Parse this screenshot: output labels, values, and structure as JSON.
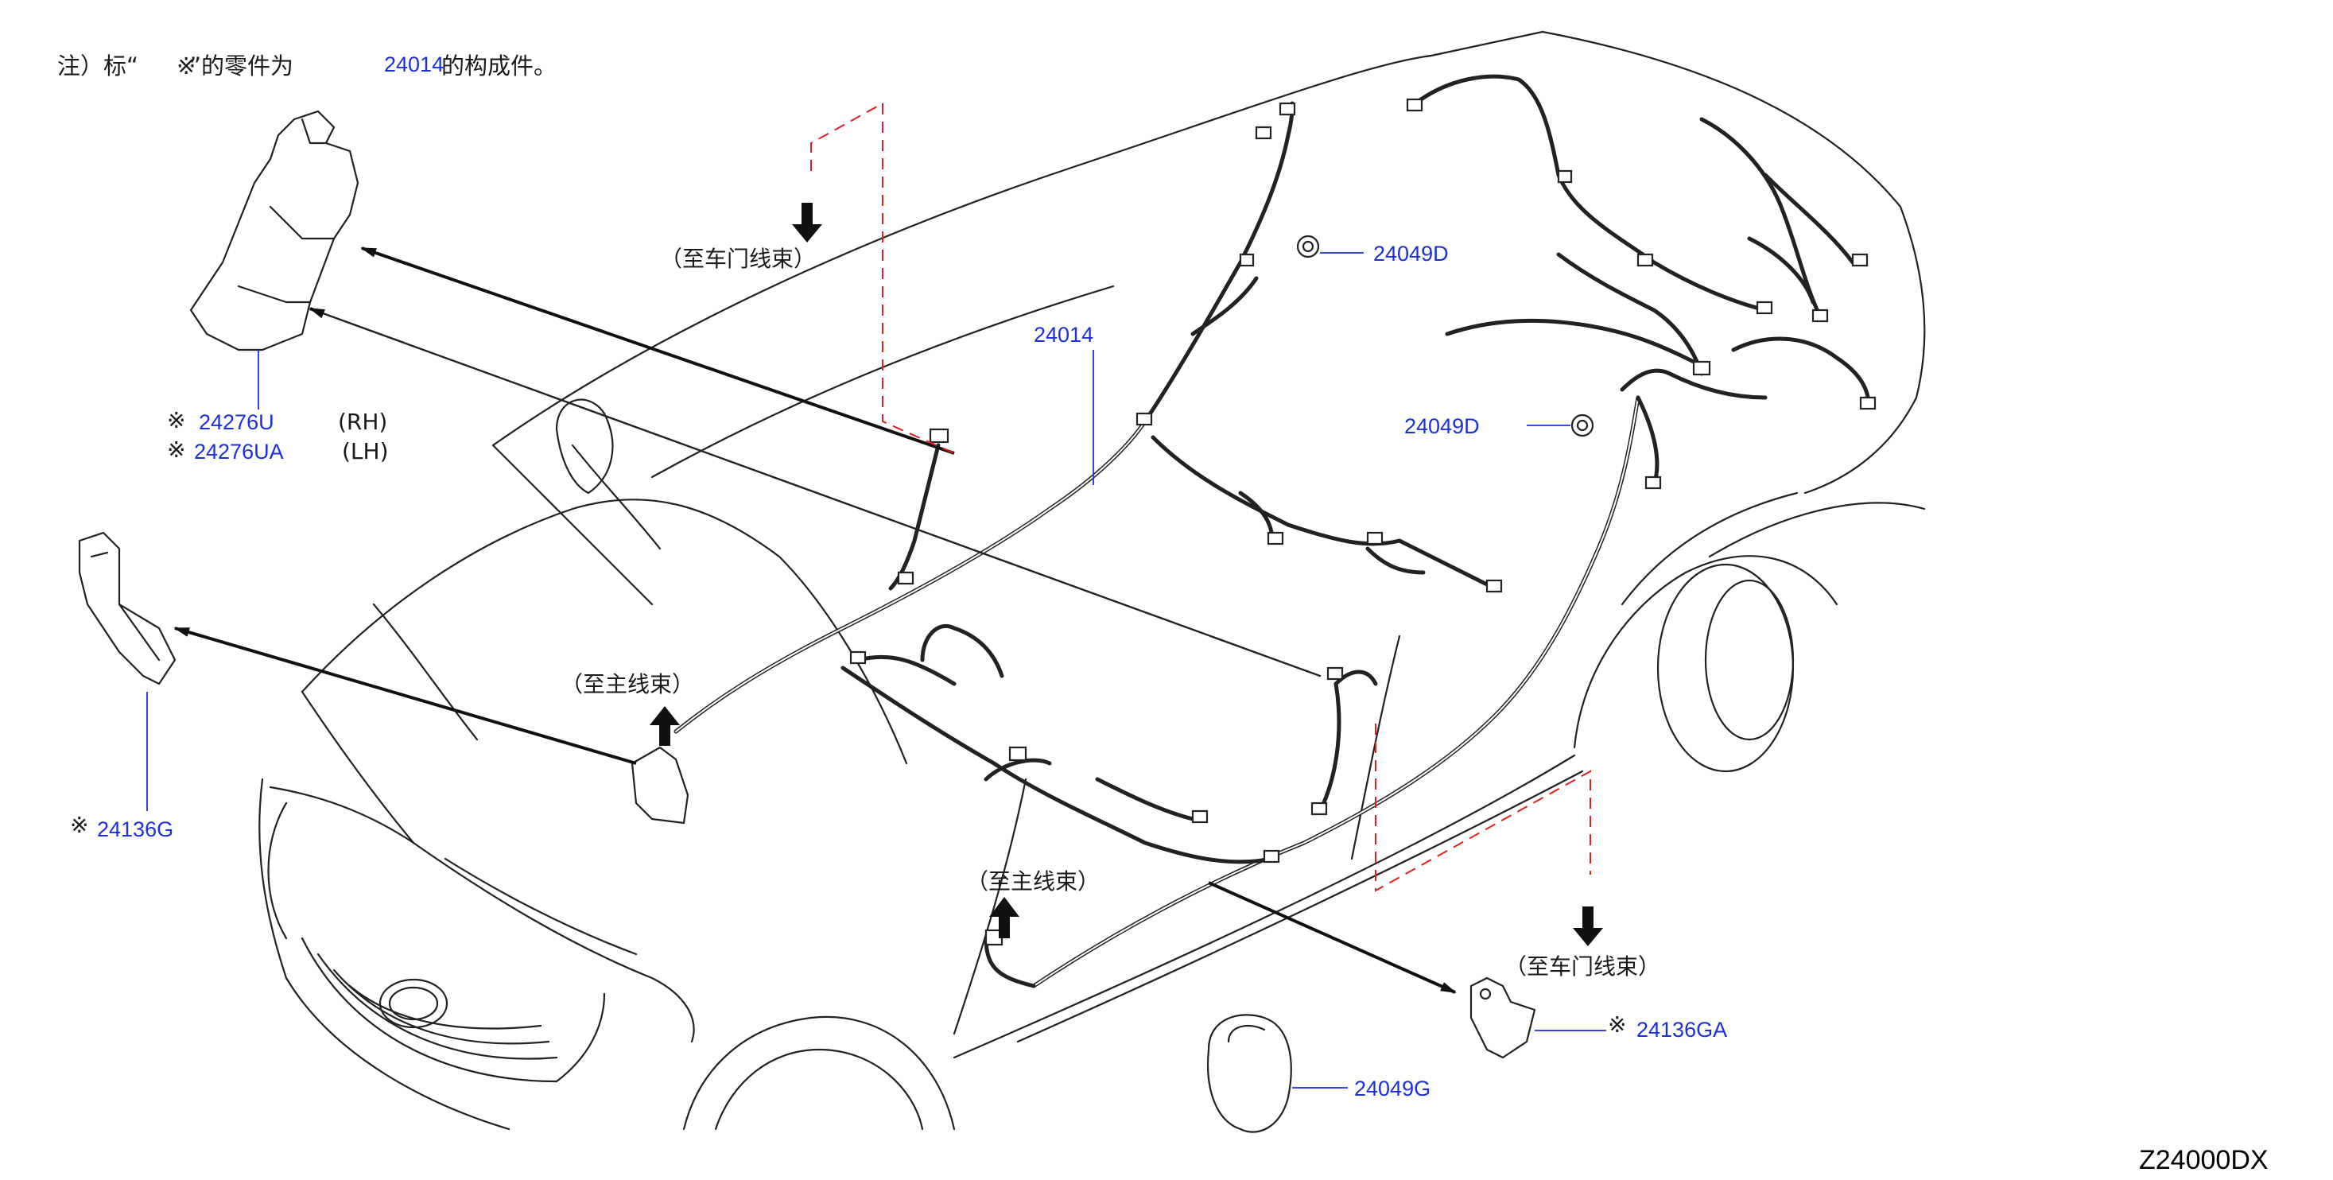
{
  "note": {
    "prefix": "注）标“",
    "mark": "※",
    "middle": "”的零件为",
    "part_ref": "24014",
    "suffix": "的构成件。"
  },
  "callouts": {
    "p24276u": "24276U",
    "p24276u_side": "(RH)",
    "p24276ua": "24276UA",
    "p24276ua_side": "(LH)",
    "p24136g": "24136G",
    "p24014": "24014",
    "p24049d_upper": "24049D",
    "p24049d_lower": "24049D",
    "p24136ga": "24136GA",
    "p24049g": "24049G",
    "star": "※"
  },
  "labels": {
    "to_door_harness_top": "（至车门线束）",
    "to_main_harness_left": "（至主线束）",
    "to_main_harness_center": "（至主线束）",
    "to_door_harness_bottom": "（至车门线束）"
  },
  "diagram_code": "Z24000DX",
  "colors": {
    "part_number": "#1c2fd8",
    "linework": "#222222",
    "dashed_guide": "#e02020",
    "background": "#ffffff"
  }
}
